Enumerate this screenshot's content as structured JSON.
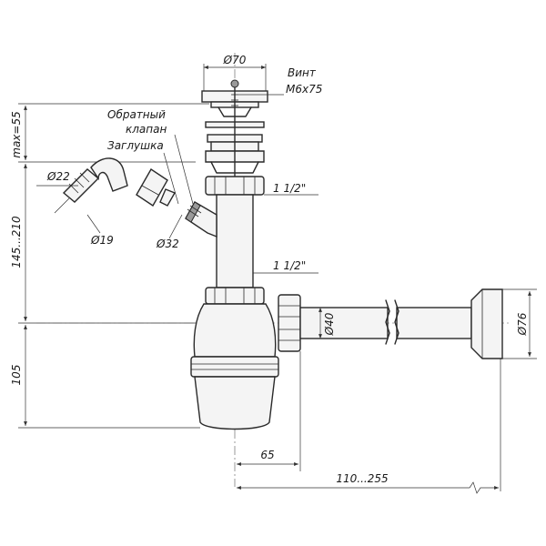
{
  "labels": {
    "d70": "Ø70",
    "screw_title": "Винт",
    "screw_size": "M6x75",
    "valve_line1": "Обратный",
    "valve_line2": "клапан",
    "plug": "Заглушка",
    "d22": "Ø22",
    "d19": "Ø19",
    "d32": "Ø32",
    "thread_upper": "1 1/2\"",
    "thread_lower": "1 1/2\"",
    "d40": "Ø40",
    "d76": "Ø76",
    "height_max": "max=55",
    "height_range": "145...210",
    "height_bottom": "105",
    "width_65": "65",
    "width_range": "110...255"
  }
}
